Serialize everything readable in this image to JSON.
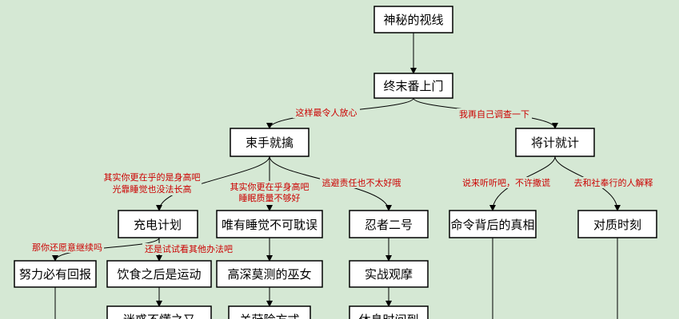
{
  "nodes": {
    "n1": "神秘的视线",
    "n2": "终末番上门",
    "n3": "束手就擒",
    "n4": "将计就计",
    "n5": "充电计划",
    "n6": "唯有睡觉不可耽误",
    "n7": "忍者二号",
    "n8": "命令背后的真相",
    "n9": "对质时刻",
    "n10": "努力必有回报",
    "n11": "饮食之后是运动",
    "n12": "高深莫测的巫女",
    "n13": "实战观摩",
    "n14": "迷惑不懂之又",
    "n15": "关莳险方式",
    "n16": "休息时间到"
  },
  "labels": {
    "l1": "这样最令人放心",
    "l2": "我再自己调查一下",
    "l3": [
      "其实你更在乎的是身高吧",
      "光靠睡觉也没法长高"
    ],
    "l4": [
      "其实你更在乎身高吧",
      "睡眠质量不够好"
    ],
    "l5": "逃避责任也不太好哦",
    "l6": "说来听听吧，不许撒谎",
    "l7": "去和社奉行的人解释",
    "l8": "那你还愿意继续吗",
    "l9": "还是试试看其他办法吧"
  }
}
